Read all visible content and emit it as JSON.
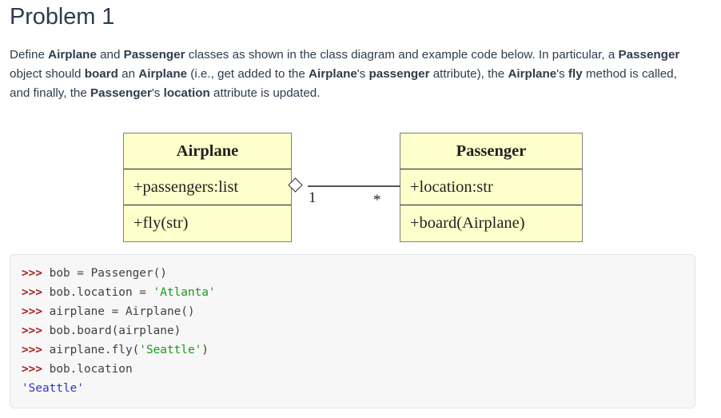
{
  "page": {
    "title": "Problem 1"
  },
  "intro": {
    "segments": [
      {
        "text": "Define ",
        "bold": false
      },
      {
        "text": "Airplane",
        "bold": true
      },
      {
        "text": " and ",
        "bold": false
      },
      {
        "text": "Passenger",
        "bold": true
      },
      {
        "text": " classes as shown in the class diagram and example code below.  In particular, a ",
        "bold": false
      },
      {
        "text": "Passenger",
        "bold": true
      },
      {
        "text": " object should ",
        "bold": false
      },
      {
        "text": "board",
        "bold": true
      },
      {
        "text": " an ",
        "bold": false
      },
      {
        "text": "Airplane",
        "bold": true
      },
      {
        "text": " (i.e., get added to the ",
        "bold": false
      },
      {
        "text": "Airplane",
        "bold": true
      },
      {
        "text": "'s ",
        "bold": false
      },
      {
        "text": "passenger",
        "bold": true
      },
      {
        "text": " attribute), the ",
        "bold": false
      },
      {
        "text": "Airplane",
        "bold": true
      },
      {
        "text": "'s ",
        "bold": false
      },
      {
        "text": "fly",
        "bold": true
      },
      {
        "text": " method is called, and finally, the ",
        "bold": false
      },
      {
        "text": "Passenger",
        "bold": true
      },
      {
        "text": "'s ",
        "bold": false
      },
      {
        "text": "location",
        "bold": true
      },
      {
        "text": " attribute is updated.",
        "bold": false
      }
    ]
  },
  "diagram": {
    "classes": {
      "airplane": {
        "name": "Airplane",
        "attribute": "+passengers:list",
        "method": "+fly(str)"
      },
      "passenger": {
        "name": "Passenger",
        "attribute": "+location:str",
        "method": "+board(Airplane)"
      }
    },
    "association": {
      "kind": "aggregation",
      "source_multiplicity": "1",
      "target_multiplicity": "*"
    },
    "colors": {
      "box_fill": "#ffffcc",
      "box_border": "#808080",
      "divider": "#222222",
      "line": "#555555"
    }
  },
  "code": {
    "lines": [
      [
        {
          "t": "prompt",
          "v": ">>> "
        },
        {
          "t": "plain",
          "v": "bob = Passenger()"
        }
      ],
      [
        {
          "t": "prompt",
          "v": ">>> "
        },
        {
          "t": "plain",
          "v": "bob.location = "
        },
        {
          "t": "str",
          "v": "'Atlanta'"
        }
      ],
      [
        {
          "t": "prompt",
          "v": ">>> "
        },
        {
          "t": "plain",
          "v": "airplane = Airplane()"
        }
      ],
      [
        {
          "t": "prompt",
          "v": ">>> "
        },
        {
          "t": "plain",
          "v": "bob.board(airplane)"
        }
      ],
      [
        {
          "t": "prompt",
          "v": ">>> "
        },
        {
          "t": "plain",
          "v": "airplane.fly("
        },
        {
          "t": "str",
          "v": "'Seattle'"
        },
        {
          "t": "plain",
          "v": ")"
        }
      ],
      [
        {
          "t": "prompt",
          "v": ">>> "
        },
        {
          "t": "plain",
          "v": "bob.location"
        }
      ],
      [
        {
          "t": "out",
          "v": "'Seattle'"
        }
      ]
    ],
    "colors": {
      "prompt": "#aa2222",
      "string": "#1a9a1a",
      "output": "#3333cc",
      "plain": "#404040",
      "background": "#f7f7f7",
      "border": "#e1e4e5"
    }
  }
}
